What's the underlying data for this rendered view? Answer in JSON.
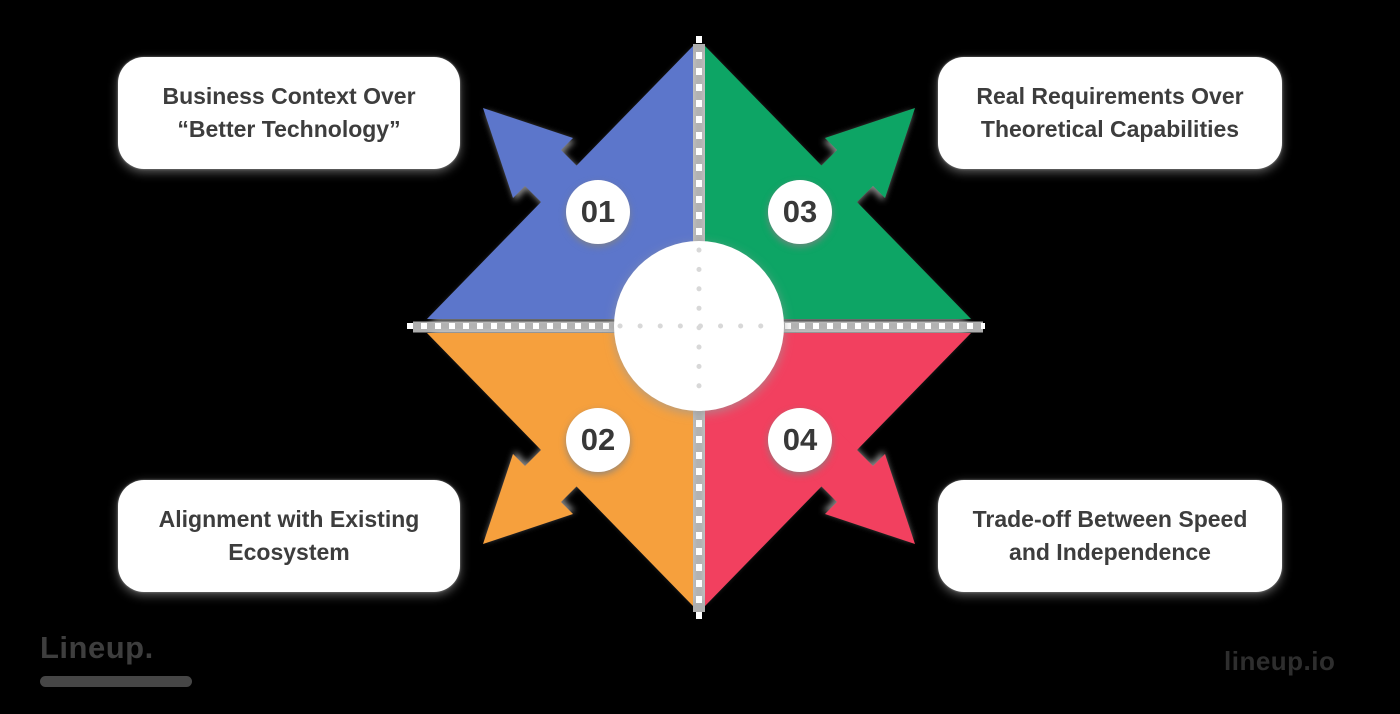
{
  "diagram": {
    "type": "four-quadrant outward arrows infographic",
    "quadrants": [
      {
        "number": "01",
        "label": "Business Context Over “Better Technology”",
        "color": "#5C76CB",
        "position": "top-left"
      },
      {
        "number": "03",
        "label": "Real Requirements Over Theoretical Capabilities",
        "color": "#0FA565",
        "position": "top-right"
      },
      {
        "number": "02",
        "label": "Alignment with Existing Ecosystem",
        "color": "#F6A03C",
        "position": "bottom-left"
      },
      {
        "number": "04",
        "label": "Trade-off Between Speed and Independence",
        "color": "#F23F5E",
        "position": "bottom-right"
      }
    ],
    "colors": {
      "background": "#000000",
      "card_background": "#FFFFFF",
      "card_text": "#3D3D3D",
      "badge_background": "#FFFFFF",
      "badge_text": "#383838",
      "divider_dashes": "#FFFFFF",
      "divider_shadow_band": "#CCCCCC",
      "center_circle": "#FFFFFF",
      "crosshair_dots": "#D8D8D8"
    }
  },
  "footer": {
    "logo_text": "Lineup.",
    "watermark": "lineup.io"
  }
}
